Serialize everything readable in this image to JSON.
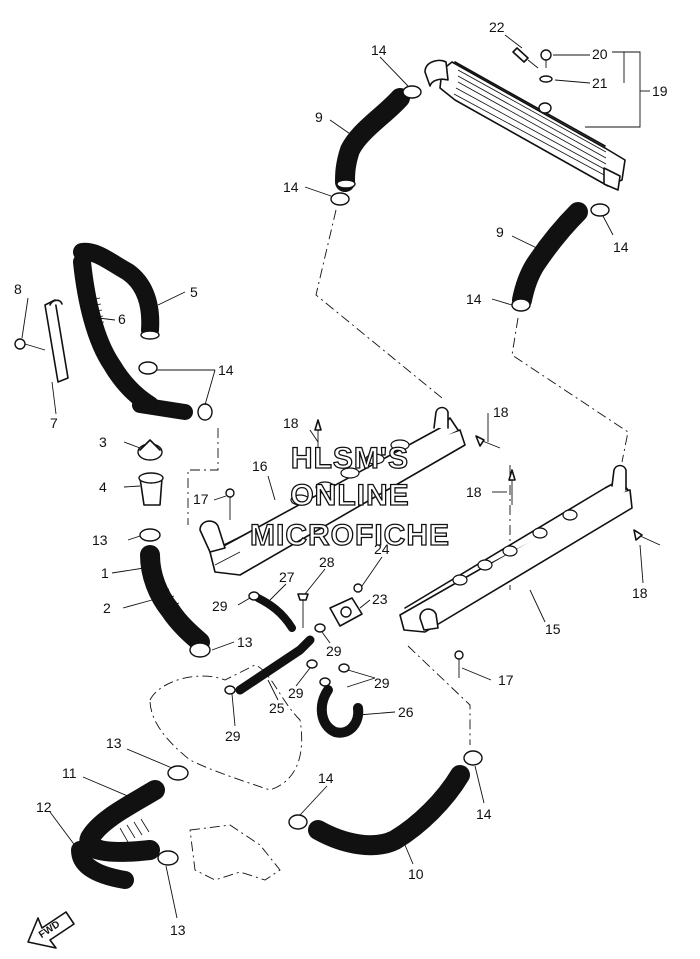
{
  "watermark": {
    "line1": "HLSM'S",
    "line2": "ONLINE",
    "line3": "MICROFICHE"
  },
  "fwd_label": "FWD",
  "callouts": [
    {
      "id": "c-22",
      "text": "22"
    },
    {
      "id": "c-20",
      "text": "20"
    },
    {
      "id": "c-21",
      "text": "21"
    },
    {
      "id": "c-19",
      "text": "19"
    },
    {
      "id": "c-14a",
      "text": "14"
    },
    {
      "id": "c-9a",
      "text": "9"
    },
    {
      "id": "c-14b",
      "text": "14"
    },
    {
      "id": "c-9b",
      "text": "9"
    },
    {
      "id": "c-14c",
      "text": "14"
    },
    {
      "id": "c-14d",
      "text": "14"
    },
    {
      "id": "c-8",
      "text": "8"
    },
    {
      "id": "c-5",
      "text": "5"
    },
    {
      "id": "c-6",
      "text": "6"
    },
    {
      "id": "c-14e",
      "text": "14"
    },
    {
      "id": "c-7",
      "text": "7"
    },
    {
      "id": "c-18a",
      "text": "18"
    },
    {
      "id": "c-18b",
      "text": "18"
    },
    {
      "id": "c-3",
      "text": "3"
    },
    {
      "id": "c-4",
      "text": "4"
    },
    {
      "id": "c-16",
      "text": "16"
    },
    {
      "id": "c-17a",
      "text": "17"
    },
    {
      "id": "c-18c",
      "text": "18"
    },
    {
      "id": "c-13a",
      "text": "13"
    },
    {
      "id": "c-24",
      "text": "24"
    },
    {
      "id": "c-28",
      "text": "28"
    },
    {
      "id": "c-1",
      "text": "1"
    },
    {
      "id": "c-27",
      "text": "27"
    },
    {
      "id": "c-2",
      "text": "2"
    },
    {
      "id": "c-29a",
      "text": "29"
    },
    {
      "id": "c-23",
      "text": "23"
    },
    {
      "id": "c-18d",
      "text": "18"
    },
    {
      "id": "c-15",
      "text": "15"
    },
    {
      "id": "c-13b",
      "text": "13"
    },
    {
      "id": "c-29b",
      "text": "29"
    },
    {
      "id": "c-29c",
      "text": "29"
    },
    {
      "id": "c-29d",
      "text": "29"
    },
    {
      "id": "c-17b",
      "text": "17"
    },
    {
      "id": "c-25",
      "text": "25"
    },
    {
      "id": "c-26",
      "text": "26"
    },
    {
      "id": "c-29e",
      "text": "29"
    },
    {
      "id": "c-13c",
      "text": "13"
    },
    {
      "id": "c-11",
      "text": "11"
    },
    {
      "id": "c-14f",
      "text": "14"
    },
    {
      "id": "c-14g",
      "text": "14"
    },
    {
      "id": "c-12",
      "text": "12"
    },
    {
      "id": "c-10",
      "text": "10"
    },
    {
      "id": "c-13d",
      "text": "13"
    }
  ]
}
